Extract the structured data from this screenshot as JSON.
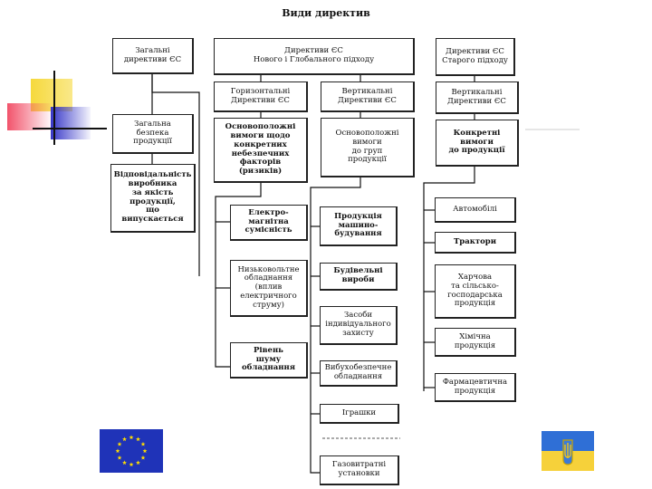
{
  "title": "Види директив",
  "boxes": {
    "general_directives": "Загальні\nдирективи ЄС",
    "new_approach": "Директиви ЄС\nНового і Глобального підходу",
    "old_approach": "Директиви ЄС\nСтарого підходу",
    "horizontal": "Горизонтальні\nДирективи ЄС",
    "vertical_new": "Вертикальні\nДирективи ЄС",
    "vertical_old": "Вертикальні\nДирективи ЄС",
    "product_safety": "Загальна\nбезпека\nпродукції",
    "producer_liability": "Відповідальність\nвиробника\nза якість\nпродукції,\nщо\nвипускається",
    "essential_requirements": "Основоположні\nвимоги щодо\nконкретних\nнебезпечних\nфакторів (ризиків)",
    "group_requirements": "Основоположні\nвимоги\nдо груп\nпродукції",
    "specific_requirements": "Конкретні\nвимоги\nдо продукції",
    "emc": "Електро-\nмагнітна\nсумісність",
    "low_voltage": "Низьковольтне\nобладнання\n(вплив\nелектричного\nструму)",
    "noise": "Рівень\nшуму\nобладнання",
    "machinery": "Продукція\nмашино-\nбудування",
    "construction": "Будівельні\nвироби",
    "ppe": "Засоби\nіндивідуального\nзахисту",
    "explosion": "Вибухобезпечне\nобладнання",
    "toys": "Іграшки",
    "gas": "Газовитратні\nустановки",
    "cars": "Автомобілі",
    "tractors": "Трактори",
    "food": "Харчова\nта сільсько-\nгосподарська\nпродукція",
    "chemical": "Хімічна\nпродукція",
    "pharma": "Фармацевтична\nпродукція"
  },
  "colors": {
    "deco_yellow": "#f6d93c",
    "deco_red": "#f2536b",
    "deco_blue": "#3737c8",
    "eu_blue": "#1f33b8",
    "eu_star": "#ffdd00",
    "ua_blue": "#2f6fd6",
    "ua_yellow": "#f6d13a",
    "ua_trident": "#c9a400"
  },
  "icons": {
    "eu_flag": "eu-flag-icon",
    "ukraine_flag": "ukraine-flag-icon"
  }
}
